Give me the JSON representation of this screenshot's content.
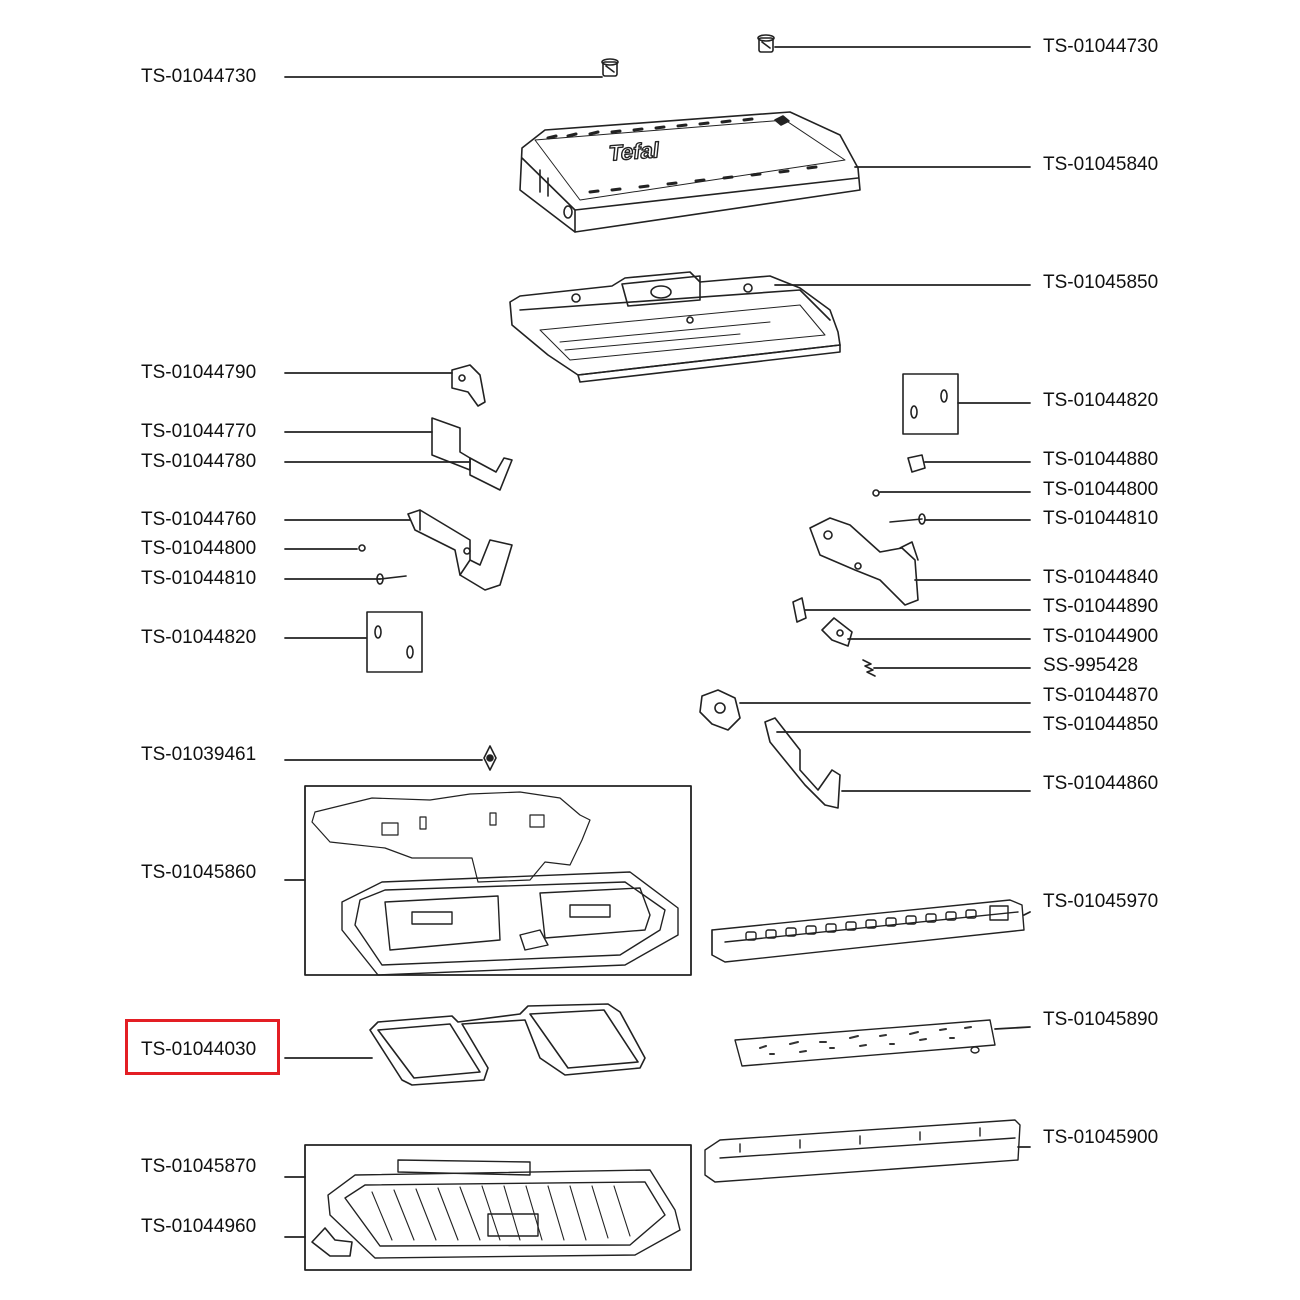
{
  "diagram": {
    "brand_mark": "Tefal",
    "highlight_color": "#e31e24",
    "highlighted_part": "TS-01044030",
    "left_labels": [
      {
        "id": "l-730",
        "text": "TS-01044730"
      },
      {
        "id": "l-790",
        "text": "TS-01044790"
      },
      {
        "id": "l-770",
        "text": "TS-01044770"
      },
      {
        "id": "l-780",
        "text": "TS-01044780"
      },
      {
        "id": "l-760",
        "text": "TS-01044760"
      },
      {
        "id": "l-800",
        "text": "TS-01044800"
      },
      {
        "id": "l-810",
        "text": "TS-01044810"
      },
      {
        "id": "l-820",
        "text": "TS-01044820"
      },
      {
        "id": "l-461",
        "text": "TS-01039461"
      },
      {
        "id": "l-860",
        "text": "TS-01045860"
      },
      {
        "id": "l-030",
        "text": "TS-01044030"
      },
      {
        "id": "l-870",
        "text": "TS-01045870"
      },
      {
        "id": "l-960",
        "text": "TS-01044960"
      }
    ],
    "right_labels": [
      {
        "id": "r-730",
        "text": "TS-01044730"
      },
      {
        "id": "r-840",
        "text": "TS-01045840"
      },
      {
        "id": "r-850",
        "text": "TS-01045850"
      },
      {
        "id": "r-820",
        "text": "TS-01044820"
      },
      {
        "id": "r-880",
        "text": "TS-01044880"
      },
      {
        "id": "r-800",
        "text": "TS-01044800"
      },
      {
        "id": "r-810",
        "text": "TS-01044810"
      },
      {
        "id": "r-4840",
        "text": "TS-01044840"
      },
      {
        "id": "r-890",
        "text": "TS-01044890"
      },
      {
        "id": "r-900",
        "text": "TS-01044900"
      },
      {
        "id": "r-428",
        "text": "SS-995428"
      },
      {
        "id": "r-870",
        "text": "TS-01044870"
      },
      {
        "id": "r-850b",
        "text": "TS-01044850"
      },
      {
        "id": "r-860",
        "text": "TS-01044860"
      },
      {
        "id": "r-970",
        "text": "TS-01045970"
      },
      {
        "id": "r-890b",
        "text": "TS-01045890"
      },
      {
        "id": "r-900b",
        "text": "TS-01045900"
      }
    ]
  }
}
